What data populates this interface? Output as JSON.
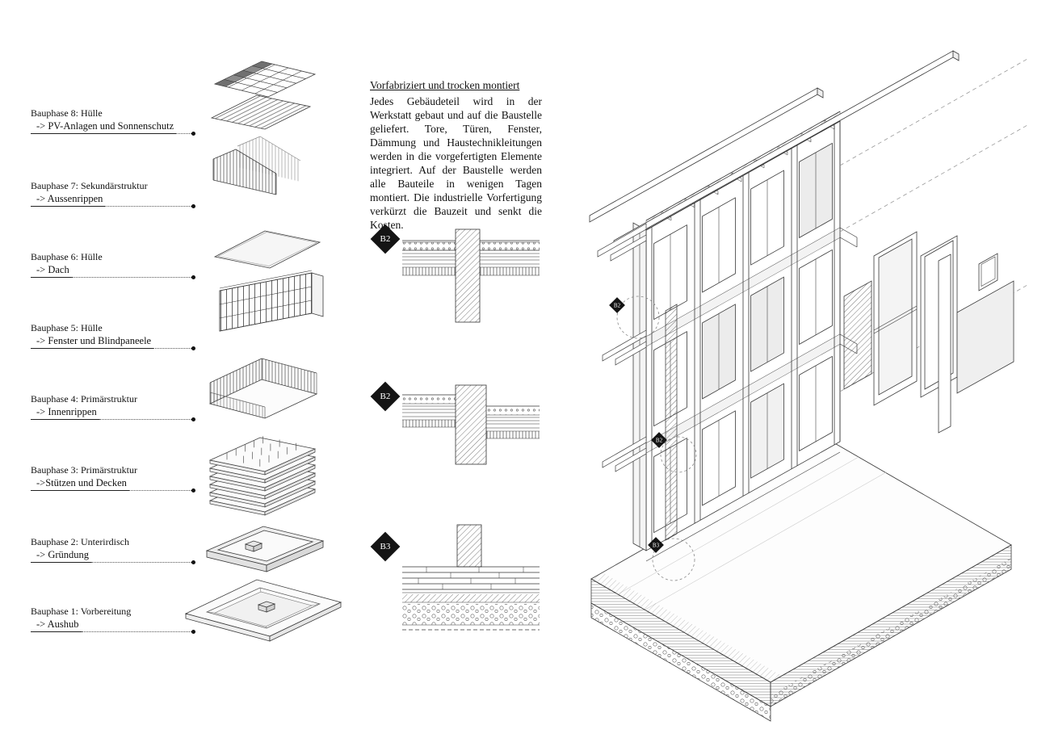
{
  "phases": [
    {
      "title": "Bauphase 8: Hülle",
      "subtitle": "-> PV-Anlagen und Sonnenschutz"
    },
    {
      "title": "Bauphase 7: Sekundärstruktur",
      "subtitle": "-> Aussenrippen"
    },
    {
      "title": "Bauphase 6: Hülle",
      "subtitle": "-> Dach"
    },
    {
      "title": "Bauphase 5: Hülle",
      "subtitle": "-> Fenster und Blindpaneele"
    },
    {
      "title": "Bauphase 4: Primärstruktur",
      "subtitle": "-> Innenrippen"
    },
    {
      "title": "Bauphase 3: Primärstruktur",
      "subtitle": "->Stützen und Decken"
    },
    {
      "title": "Bauphase 2: Unterirdisch",
      "subtitle": "-> Gründung"
    },
    {
      "title": "Bauphase 1: Vorbereitung",
      "subtitle": "-> Aushub"
    }
  ],
  "description": {
    "title": "Vorfabriziert und trocken montiert",
    "body": "Jedes Gebäudeteil wird in der Werkstatt gebaut und auf die Baustelle geliefert. Tore, Türen, Fenster, Dämmung und Haustechnikleitungen werden in die vorgefertigten Elemente integriert. Auf der Baustelle werden alle Bauteile in wenigen Tagen montiert. Die industrielle Vorfertigung verkürzt die Bauzeit und senkt die Kosten."
  },
  "details": [
    {
      "label": "B2"
    },
    {
      "label": "B2"
    },
    {
      "label": "B3"
    }
  ],
  "axon_markers": [
    {
      "label": "B2"
    },
    {
      "label": "B2"
    },
    {
      "label": "B3"
    }
  ],
  "colors": {
    "ink": "#3a3a3a",
    "accent_dark": "#141414"
  }
}
